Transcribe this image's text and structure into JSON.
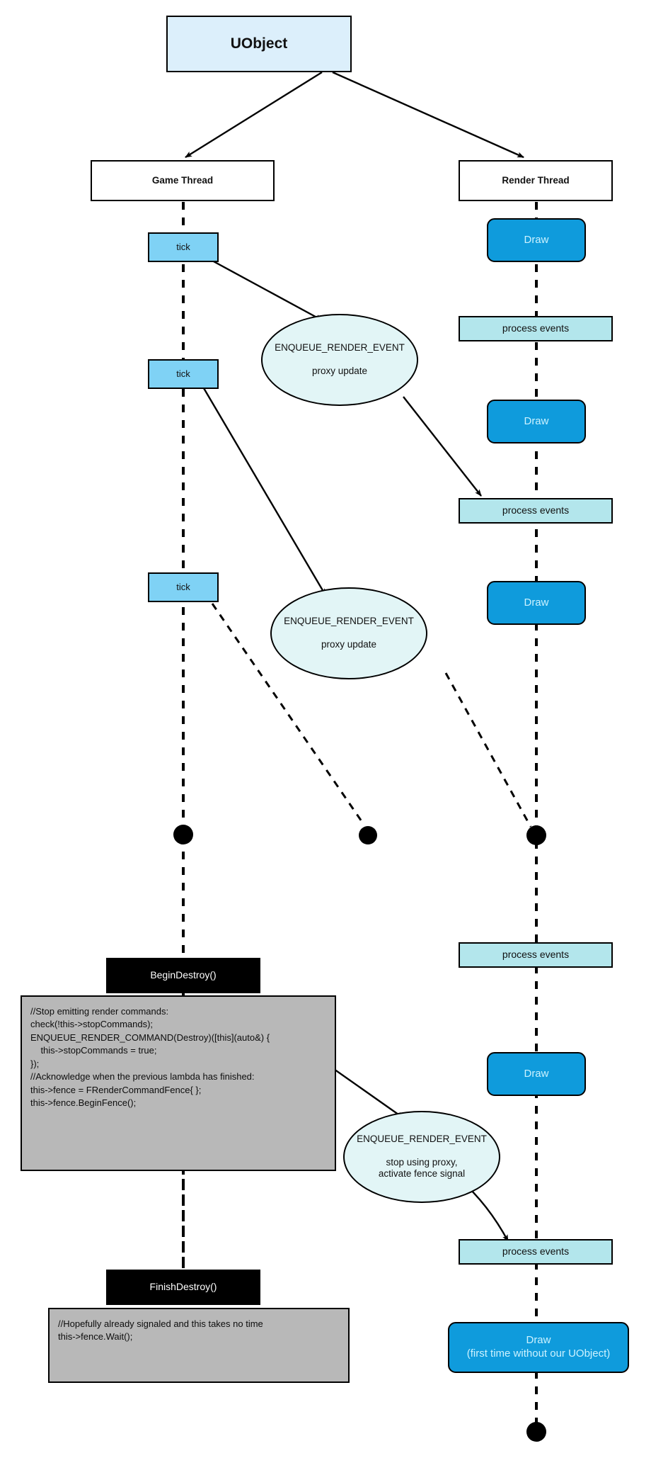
{
  "diagram": {
    "title": "UObject render-thread lifetime sequence diagram",
    "colors": {
      "uobject_fill": "#dcefFB",
      "tick_fill": "#7fd2f5",
      "draw_fill": "#0f9bdc",
      "draw_text": "#ccf2ff",
      "events_fill": "#b3e6ec",
      "ellipse_fill": "#e2f5f6",
      "code_fill": "#b8b8b8",
      "bar_fill": "#000000",
      "stroke": "#000000"
    }
  },
  "actors": {
    "uobject": {
      "label": "UObject"
    },
    "game_thread": {
      "label": "Game Thread"
    },
    "render_thread": {
      "label": "Render Thread"
    }
  },
  "game_thread_blocks": [
    {
      "label": "tick"
    },
    {
      "label": "tick"
    },
    {
      "label": "tick"
    }
  ],
  "render_thread_blocks": [
    {
      "label": "Draw",
      "kind": "draw"
    },
    {
      "label": "process events",
      "kind": "events"
    },
    {
      "label": "Draw",
      "kind": "draw"
    },
    {
      "label": "process events",
      "kind": "events"
    },
    {
      "label": "Draw",
      "kind": "draw"
    },
    {
      "label": "process events",
      "kind": "events"
    },
    {
      "label": "Draw",
      "kind": "draw"
    },
    {
      "label": "process events",
      "kind": "events"
    },
    {
      "label": "Draw",
      "sublabel": "(first time without our UObject)",
      "kind": "draw-wide"
    }
  ],
  "events": [
    {
      "title": "ENQUEUE_RENDER_EVENT",
      "body": "proxy update"
    },
    {
      "title": "ENQUEUE_RENDER_EVENT",
      "body": "proxy update"
    },
    {
      "title": "ENQUEUE_RENDER_EVENT",
      "body": "stop using proxy,\nactivate fence signal"
    }
  ],
  "destroy": {
    "begin": {
      "label": "BeginDestroy()",
      "code": "//Stop emitting render commands:\ncheck(!this->stopCommands);\nENQUEUE_RENDER_COMMAND(Destroy)([this](auto&) {\n    this->stopCommands = true;\n});\n//Acknowledge when the previous lambda has finished:\nthis->fence = FRenderCommandFence{ };\nthis->fence.BeginFence();"
    },
    "finish": {
      "label": "FinishDestroy()",
      "code": "//Hopefully already signaled and this takes no time\nthis->fence.Wait();"
    }
  }
}
